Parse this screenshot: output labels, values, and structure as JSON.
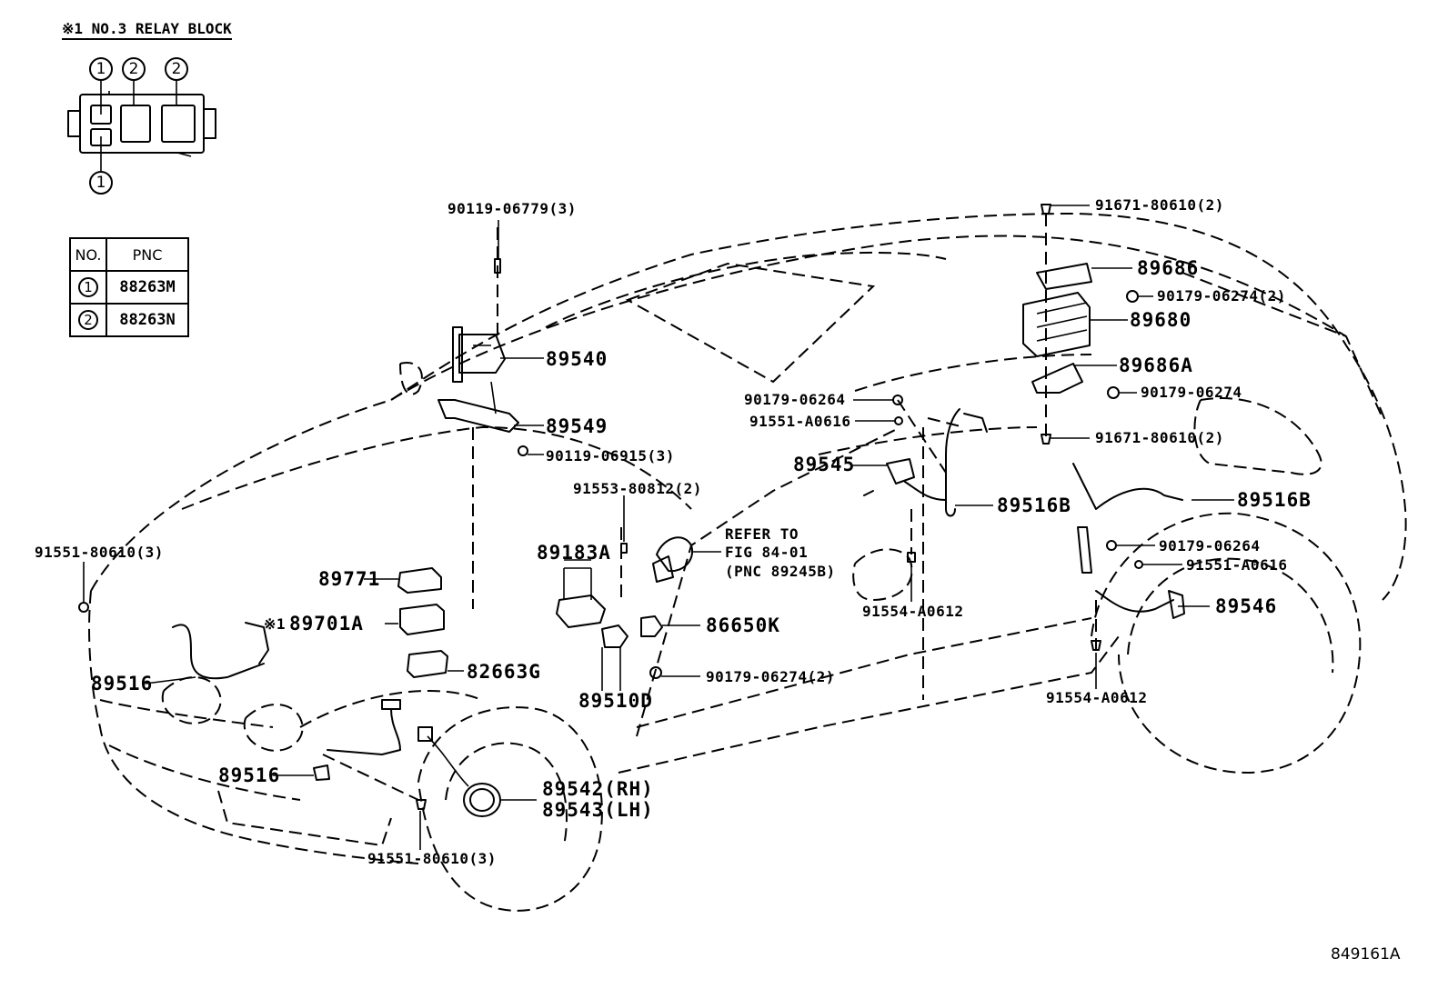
{
  "relay_block": {
    "title": "※1 NO.3 RELAY BLOCK",
    "slots": [
      "1",
      "2",
      "2",
      "1"
    ]
  },
  "pnc_table": {
    "headers": [
      "NO.",
      "PNC"
    ],
    "rows": [
      {
        "no": "1",
        "pnc": "88263M"
      },
      {
        "no": "2",
        "pnc": "88263N"
      }
    ]
  },
  "labels": {
    "p90119_06779": "90119-06779(3)",
    "p89540": "89540",
    "p89549": "89549",
    "p90119_06915": "90119-06915(3)",
    "p91553_80812": "91553-80812(2)",
    "p89183A": "89183A",
    "refer1": "REFER TO",
    "refer2": "FIG 84-01",
    "refer3": "(PNC 89245B)",
    "p91551_80610_a": "91551-80610(3)",
    "p89771": "89771",
    "p89701A_mark": "※1",
    "p89701A": "89701A",
    "p82663G": "82663G",
    "p89516_a": "89516",
    "p86650K": "86650K",
    "p90179_06274_2b": "90179-06274(2)",
    "p89510D": "89510D",
    "p89516_b": "89516",
    "p89542": "89542(RH)",
    "p89543": "89543(LH)",
    "p91551_80610_b": "91551-80610(3)",
    "p91671_80610_a": "91671-80610(2)",
    "p89686": "89686",
    "p90179_06274_2a": "90179-06274(2)",
    "p89680": "89680",
    "p89686A": "89686A",
    "p90179_06274": "90179-06274",
    "p90179_06264_a": "90179-06264",
    "p91551_A0616_a": "91551-A0616",
    "p91671_80610_b": "91671-80610(2)",
    "p89545": "89545",
    "p89516B_a": "89516B",
    "p89516B_b": "89516B",
    "p90179_06264_b": "90179-06264",
    "p91551_A0616_b": "91551-A0616",
    "p89546": "89546",
    "p91554_A0612_a": "91554-A0612",
    "p91554_A0612_b": "91554-A0612"
  },
  "figure_number": "849161A"
}
